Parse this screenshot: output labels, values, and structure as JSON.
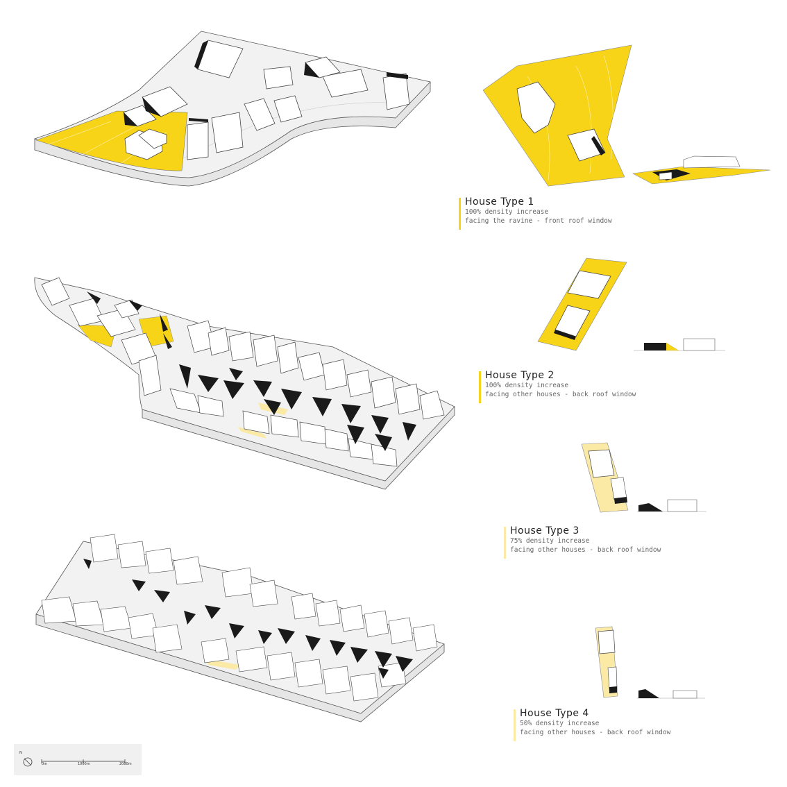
{
  "colors": {
    "highlight": "#f7d418",
    "highlight_light": "#fbe9a6",
    "ground": "#efefef",
    "house": "#ffffff",
    "shadow": "#1a1a1a",
    "accent_bar_1": "#f7d418",
    "accent_bar_2": "#f7d418",
    "accent_bar_3": "#fbe9a6",
    "accent_bar_4": "#fbe9a6"
  },
  "house_types": [
    {
      "title": "House Type 1",
      "line1": "100% density increase",
      "line2": "facing the ravine - front roof window"
    },
    {
      "title": "House Type 2",
      "line1": "100% density increase",
      "line2": "facing other houses - back roof window"
    },
    {
      "title": "House Type 3",
      "line1": "75% density increase",
      "line2": "facing other houses - back roof window"
    },
    {
      "title": "House Type 4",
      "line1": "50% density increase",
      "line2": "facing other houses - back roof window"
    }
  ],
  "scale_bar": {
    "north_label": "N",
    "ticks": [
      "0m",
      "1000m",
      "2000m"
    ]
  },
  "icons": {
    "north": "north-arrow-icon"
  }
}
